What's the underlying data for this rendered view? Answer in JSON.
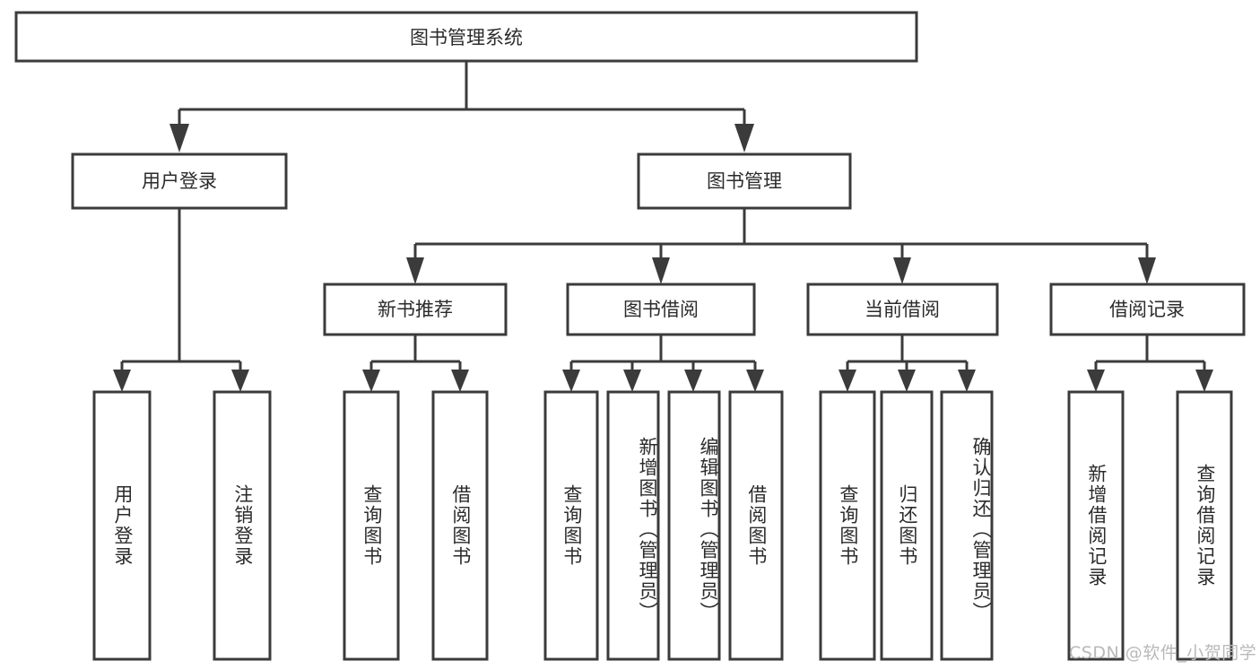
{
  "diagram": {
    "title": "图书管理系统",
    "type": "hierarchy-tree",
    "root": {
      "id": "root",
      "label": "图书管理系统"
    },
    "level1": [
      {
        "id": "user-login",
        "label": "用户登录"
      },
      {
        "id": "book-manage",
        "label": "图书管理"
      }
    ],
    "level2": [
      {
        "id": "new-book-rec",
        "label": "新书推荐",
        "parent": "book-manage"
      },
      {
        "id": "book-borrow",
        "label": "图书借阅",
        "parent": "book-manage"
      },
      {
        "id": "current-borrow",
        "label": "当前借阅",
        "parent": "book-manage"
      },
      {
        "id": "borrow-record",
        "label": "借阅记录",
        "parent": "book-manage"
      }
    ],
    "leaves": [
      {
        "id": "leaf-user-login",
        "label": "用户登录",
        "parent": "user-login"
      },
      {
        "id": "leaf-logout",
        "label": "注销登录",
        "parent": "user-login"
      },
      {
        "id": "leaf-query-book-1",
        "label": "查询图书",
        "parent": "new-book-rec"
      },
      {
        "id": "leaf-borrow-book-1",
        "label": "借阅图书",
        "parent": "new-book-rec"
      },
      {
        "id": "leaf-query-book-2",
        "label": "查询图书",
        "parent": "book-borrow"
      },
      {
        "id": "leaf-add-book",
        "label": "新增图书（管理员）",
        "parent": "book-borrow"
      },
      {
        "id": "leaf-edit-book",
        "label": "编辑图书（管理员）",
        "parent": "book-borrow"
      },
      {
        "id": "leaf-borrow-book-2",
        "label": "借阅图书",
        "parent": "book-borrow"
      },
      {
        "id": "leaf-query-book-3",
        "label": "查询图书",
        "parent": "current-borrow"
      },
      {
        "id": "leaf-return-book",
        "label": "归还图书",
        "parent": "current-borrow"
      },
      {
        "id": "leaf-confirm-return",
        "label": "确认归还（管理员）",
        "parent": "current-borrow"
      },
      {
        "id": "leaf-add-record",
        "label": "新增借阅记录",
        "parent": "borrow-record"
      },
      {
        "id": "leaf-query-record",
        "label": "查询借阅记录",
        "parent": "borrow-record"
      }
    ],
    "colors": {
      "background": "#ffffff",
      "box_fill": "#ffffff",
      "stroke": "#3b3b3b",
      "text": "#2b2b2b",
      "watermark": "#b9b9b9"
    }
  },
  "watermark": {
    "text": "CSDN @软件_小贺同学"
  }
}
